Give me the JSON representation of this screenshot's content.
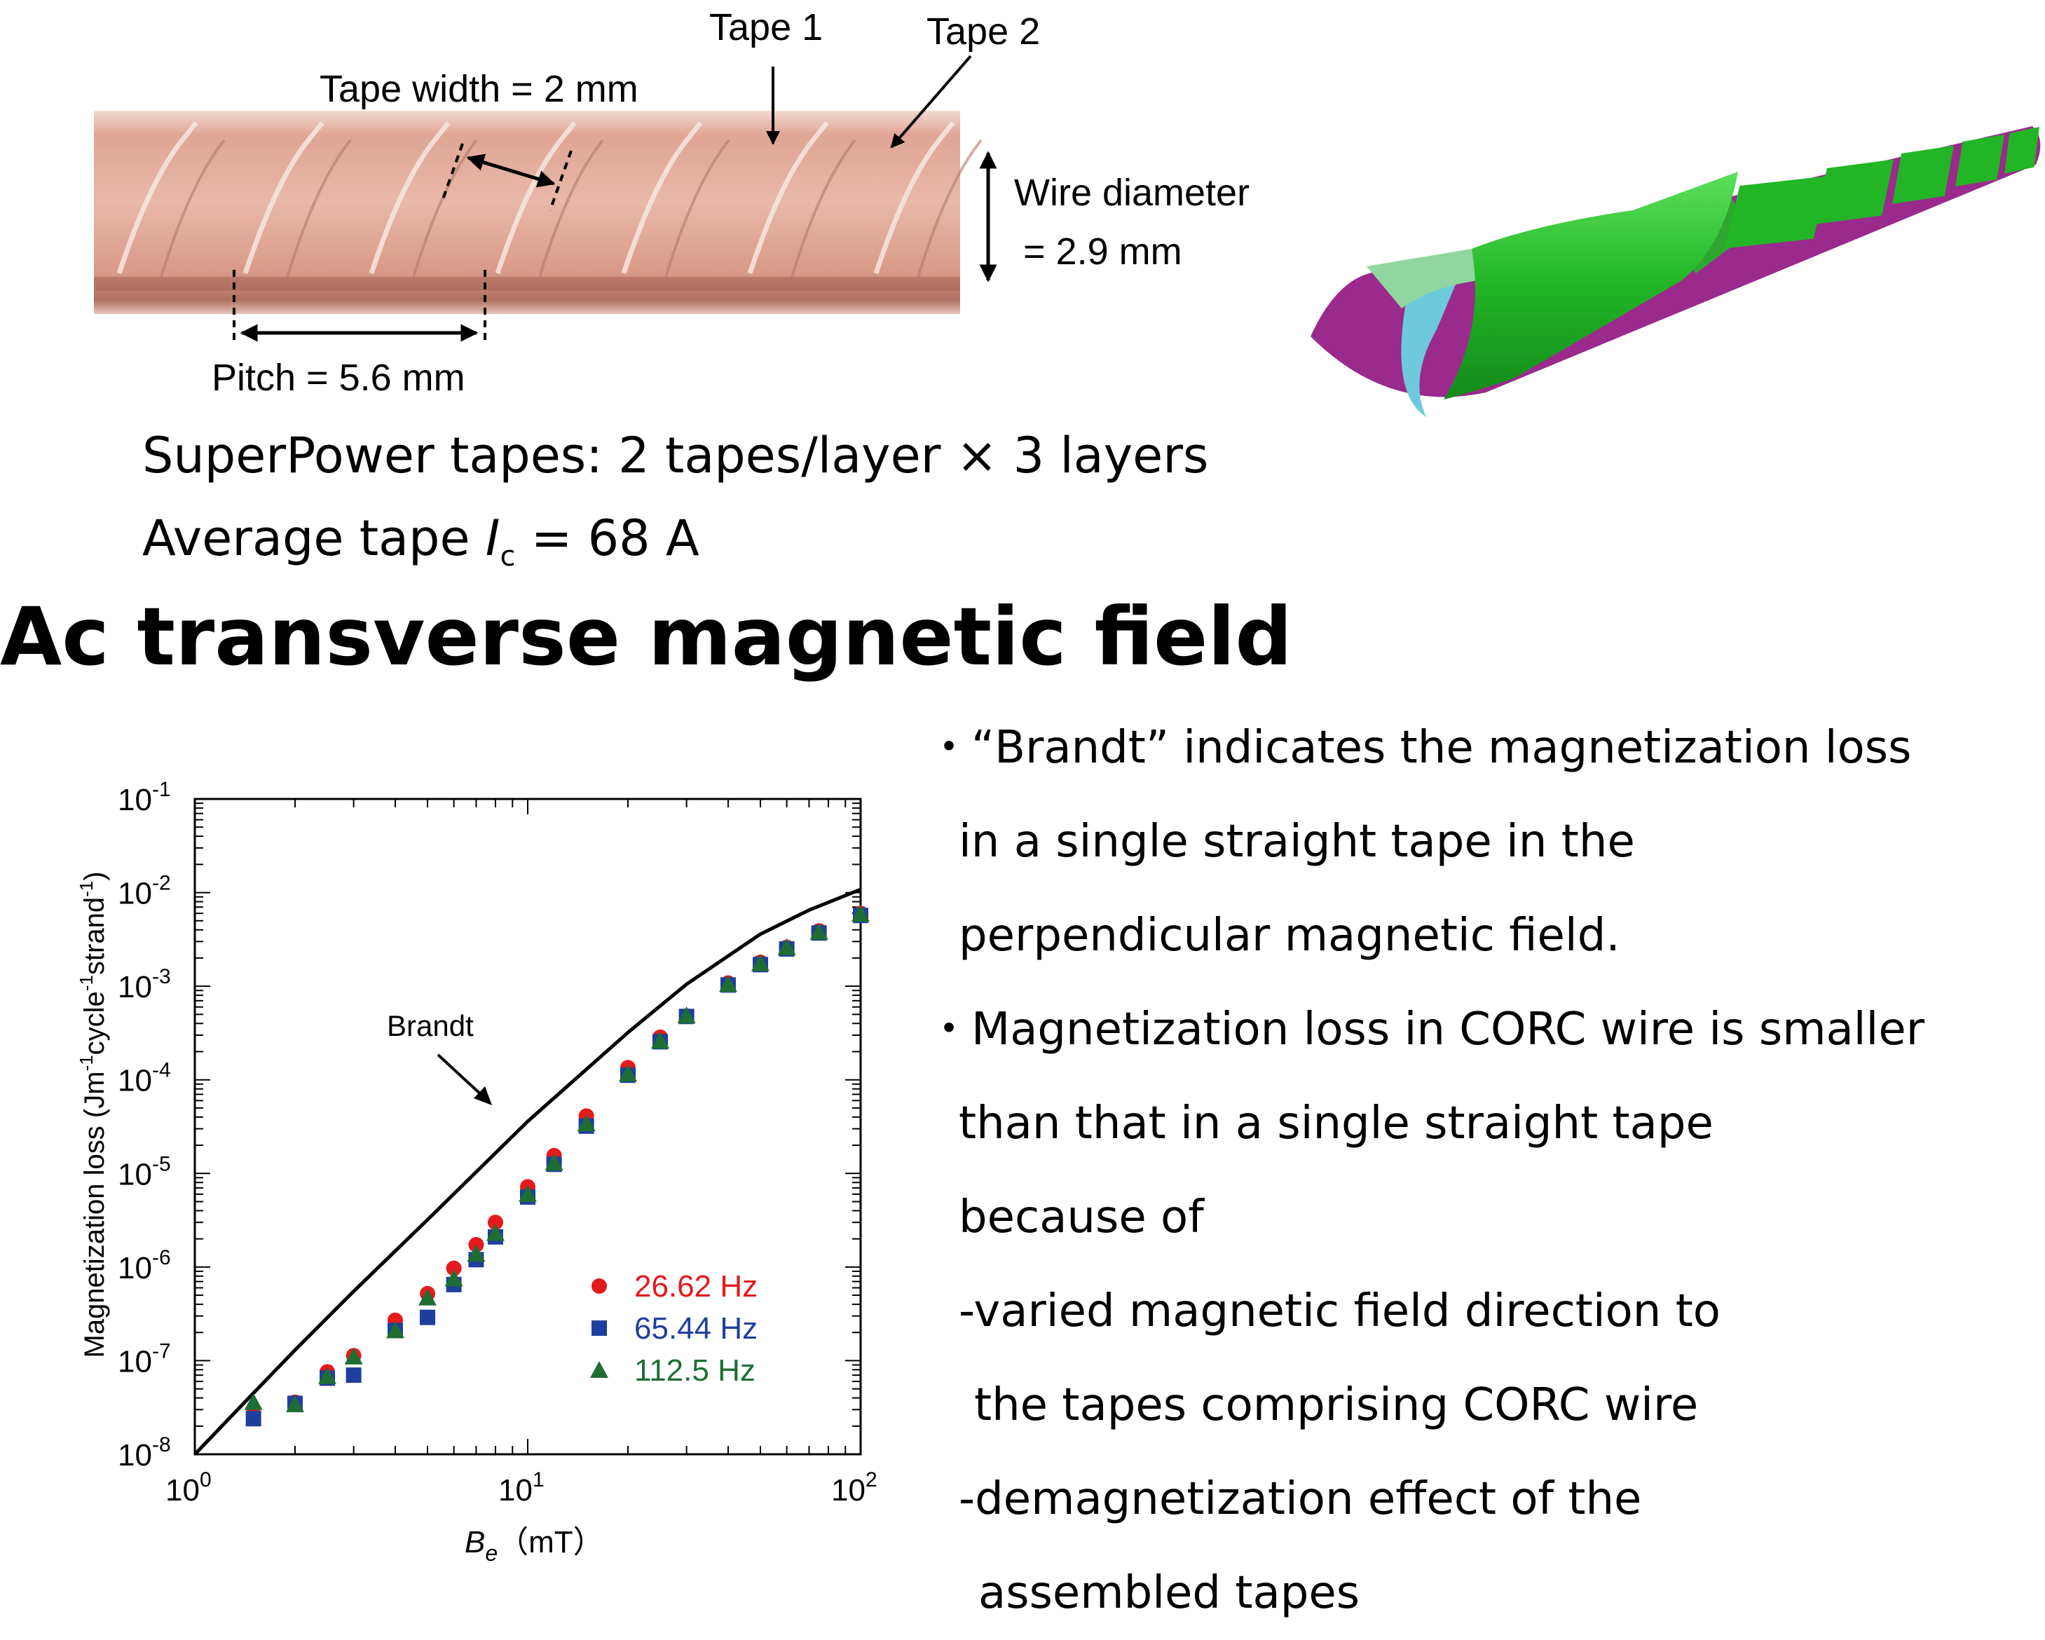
{
  "photo_labels": {
    "tape1": "Tape 1",
    "tape2": "Tape 2",
    "tape_width": "Tape width = 2 mm",
    "wire_diameter_line1": "Wire diameter",
    "wire_diameter_line2": "= 2.9 mm",
    "pitch": "Pitch = 5.6 mm"
  },
  "specs": {
    "line1": "SuperPower tapes: 2 tapes/layer × 3 layers",
    "line2_prefix": "Average tape ",
    "line2_symbol": "I",
    "line2_subscript": "c",
    "line2_suffix": " = 68 A"
  },
  "heading": "Ac transverse magnetic field",
  "bullets": {
    "b1_line1": "・“Brandt” indicates the magnetization loss",
    "b1_line2": "in a single straight tape in the",
    "b1_line3": "perpendicular magnetic field.",
    "b2_line1": "・Magnetization loss in CORC wire is smaller",
    "b2_line2": "than that in a single straight tape",
    "b2_line3": "because of",
    "b2_line4": "-varied magnetic field direction to",
    "b2_line5": "the tapes comprising CORC wire",
    "b2_line6": "-demagnetization effect of the",
    "b2_line7": "assembled tapes"
  },
  "colors": {
    "red": "#e41a1c",
    "blue": "#1f3f9f",
    "green": "#1e6e34",
    "wire_copper": "#e2ab9e",
    "tape_green": "#22b526",
    "tape_magenta": "#9a2a8c",
    "tape_cyan": "#6ecadb"
  },
  "chart_data": {
    "type": "scatter",
    "xscale": "log",
    "yscale": "log",
    "xlim": [
      1,
      100
    ],
    "ylim": [
      1e-08,
      0.1
    ],
    "x_ticks": [
      {
        "base": "10",
        "exp": "0"
      },
      {
        "base": "10",
        "exp": "1"
      },
      {
        "base": "10",
        "exp": "2"
      }
    ],
    "y_ticks": [
      {
        "base": "10",
        "exp": "-8"
      },
      {
        "base": "10",
        "exp": "-7"
      },
      {
        "base": "10",
        "exp": "-6"
      },
      {
        "base": "10",
        "exp": "-5"
      },
      {
        "base": "10",
        "exp": "-4"
      },
      {
        "base": "10",
        "exp": "-3"
      },
      {
        "base": "10",
        "exp": "-2"
      },
      {
        "base": "10",
        "exp": "-1"
      }
    ],
    "xlabel": {
      "symbol": "B",
      "subscript": "e",
      "unit": "（mT）"
    },
    "ylabel": "Magnetization loss (Jm-1cycle-1strand-1)",
    "brandt": {
      "label": "Brandt",
      "x": [
        1,
        1.5,
        2,
        3,
        5,
        10,
        20,
        30,
        50,
        70,
        100
      ],
      "y": [
        1e-08,
        4.5e-08,
        1.3e-07,
        5.5e-07,
        3.2e-06,
        3.6e-05,
        0.00032,
        0.00105,
        0.0036,
        0.0065,
        0.0108
      ]
    },
    "series": [
      {
        "name": "26.62 Hz",
        "marker": "circle",
        "color": "#e41a1c",
        "x": [
          1.5,
          2,
          2.5,
          3,
          4,
          5,
          6,
          7,
          8,
          10,
          12,
          15,
          20,
          25,
          30,
          40,
          50,
          60,
          75,
          100
        ],
        "y": [
          2.7e-08,
          3.6e-08,
          7.6e-08,
          1.13e-07,
          2.7e-07,
          5.2e-07,
          9.7e-07,
          1.73e-06,
          3e-06,
          7.2e-06,
          1.55e-05,
          4.1e-05,
          0.000135,
          0.000285,
          0.00048,
          0.00108,
          0.0018,
          0.0026,
          0.0039,
          0.006
        ]
      },
      {
        "name": "65.44 Hz",
        "marker": "square",
        "color": "#1f3f9f",
        "x": [
          1.5,
          2,
          2.5,
          3,
          4,
          5,
          6,
          7,
          8,
          10,
          12,
          15,
          20,
          25,
          30,
          40,
          50,
          60,
          75,
          100
        ],
        "y": [
          2.4e-08,
          3.5e-08,
          6.5e-08,
          7e-08,
          2.1e-07,
          2.9e-07,
          6.5e-07,
          1.2e-06,
          2.1e-06,
          5.6e-06,
          1.25e-05,
          3.2e-05,
          0.000112,
          0.000255,
          0.000475,
          0.00103,
          0.0017,
          0.0025,
          0.0037,
          0.0057
        ]
      },
      {
        "name": "112.5 Hz",
        "marker": "triangle",
        "color": "#1e6e34",
        "x": [
          1.5,
          2,
          2.5,
          3,
          4,
          5,
          6,
          7,
          8,
          10,
          12,
          15,
          20,
          25,
          30,
          40,
          50,
          60,
          75,
          100
        ],
        "y": [
          3.6e-08,
          3.4e-08,
          6.8e-08,
          1.1e-07,
          2.1e-07,
          4.7e-07,
          7.5e-07,
          1.38e-06,
          2.3e-06,
          6e-06,
          1.3e-05,
          3.4e-05,
          0.000116,
          0.00026,
          0.000485,
          0.00105,
          0.00175,
          0.0026,
          0.0038,
          0.0059
        ]
      }
    ]
  }
}
